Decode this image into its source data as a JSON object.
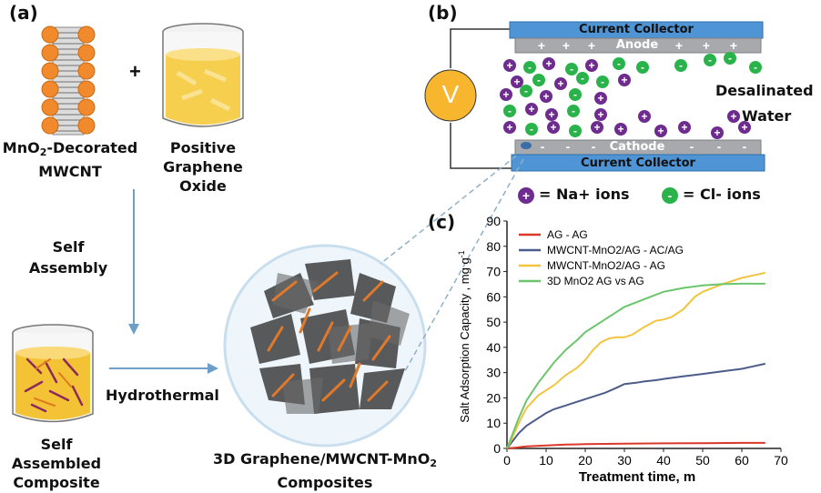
{
  "panels": {
    "a": "(a)",
    "b": "(b)",
    "c": "(c)"
  },
  "panel_a": {
    "plus": "+",
    "mwcnt_line1_main": "MnO",
    "mwcnt_line1_sub": "2",
    "mwcnt_line1_rest": "-Decorated",
    "mwcnt_line2": "MWCNT",
    "go_line1": "Positive",
    "go_line2": "Graphene Oxide",
    "self_assembly_1": "Self",
    "self_assembly_2": "Assembly",
    "hydrothermal": "Hydrothermal",
    "composite_line1": "Self Assembled",
    "composite_line2": "Composite",
    "graphene_line1_main": "3D Graphene/MWCNT-MnO",
    "graphene_line1_sub": "2",
    "graphene_line2": "Composites"
  },
  "panel_b": {
    "current_collector_top": "Current Collector",
    "current_collector_bottom": "Current Collector",
    "anode": "Anode",
    "cathode": "Cathode",
    "voltage": "V",
    "desalinated_1": "Desalinated",
    "desalinated_2": "Water",
    "plus_sign": "+",
    "minus_sign": "-",
    "legend_na": "= Na+ ions",
    "legend_cl": "= Cl- ions",
    "colors": {
      "collector": "#4f94d4",
      "electrode": "#a7a9ac",
      "na_ion": "#6d2c8e",
      "cl_ion": "#29b34a",
      "voltmeter": "#f7b62d"
    }
  },
  "chart_data": {
    "type": "line",
    "title": "",
    "xlabel": "Treatment time, m",
    "ylabel": "Salt Adsorption Capacity , mg g",
    "ylabel_sup": "-1",
    "xlim": [
      0,
      70
    ],
    "ylim": [
      0,
      90
    ],
    "xticks": [
      0,
      10,
      20,
      30,
      40,
      50,
      60,
      70
    ],
    "yticks": [
      0,
      10,
      20,
      30,
      40,
      50,
      60,
      70,
      80,
      90
    ],
    "grid": false,
    "legend_position": "top-left",
    "series": [
      {
        "name": "AG - AG",
        "color": "#d9382a",
        "x": [
          0,
          2,
          5,
          10,
          15,
          20,
          30,
          40,
          50,
          60,
          66
        ],
        "y": [
          0,
          0.3,
          0.8,
          1.2,
          1.5,
          1.7,
          1.9,
          2.0,
          2.1,
          2.2,
          2.2
        ]
      },
      {
        "name": "MWCNT-MnO2/AG - AC/AG",
        "color": "#4c5c8a",
        "x": [
          0,
          1,
          3,
          5,
          8,
          10,
          12,
          15,
          18,
          20,
          22,
          25,
          28,
          30,
          33,
          35,
          38,
          40,
          45,
          50,
          55,
          60,
          63,
          66
        ],
        "y": [
          0,
          2,
          6,
          9,
          12,
          14,
          15.5,
          17,
          18.5,
          19.5,
          20.5,
          22,
          24,
          25.5,
          26,
          26.5,
          27,
          27.5,
          28.5,
          29.5,
          30.5,
          31.5,
          32.5,
          33.5
        ]
      },
      {
        "name": "MWCNT-MnO2/AG - AG",
        "color": "#f2c440",
        "x": [
          0,
          1,
          3,
          5,
          8,
          10,
          12,
          15,
          18,
          20,
          22,
          24,
          26,
          28,
          30,
          32,
          35,
          38,
          40,
          42,
          45,
          48,
          50,
          55,
          60,
          63,
          66
        ],
        "y": [
          0,
          3,
          10,
          16,
          21,
          23,
          25,
          29,
          32,
          35,
          39,
          42,
          43.5,
          44,
          44,
          45,
          48,
          50.5,
          51,
          52,
          55,
          60,
          62,
          65,
          67.5,
          68.5,
          69.5
        ]
      },
      {
        "name": "3D MnO2 AG vs AG",
        "color": "#6cc56c",
        "x": [
          0,
          1,
          3,
          5,
          8,
          10,
          12,
          15,
          18,
          20,
          25,
          30,
          35,
          40,
          45,
          50,
          55,
          60,
          63,
          66
        ],
        "y": [
          0,
          4,
          12,
          19,
          26,
          30,
          34,
          39,
          43,
          46,
          51,
          56,
          59,
          62,
          63.5,
          64.5,
          65,
          65.2,
          65.2,
          65.2
        ]
      }
    ]
  }
}
